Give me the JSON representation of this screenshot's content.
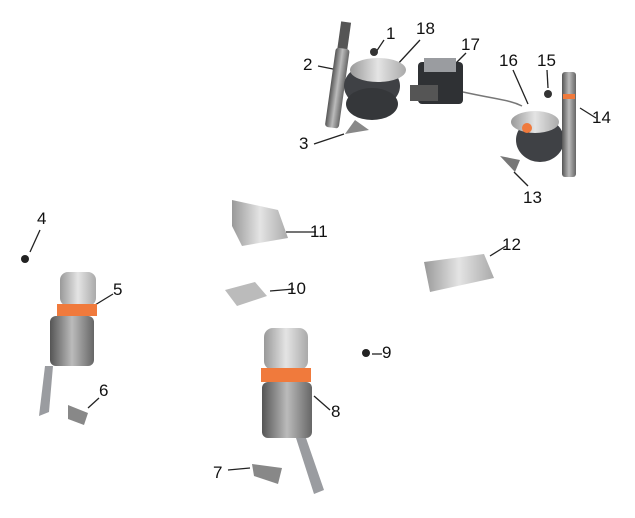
{
  "diagram": {
    "callouts": [
      {
        "id": "1",
        "label": "1"
      },
      {
        "id": "2",
        "label": "2"
      },
      {
        "id": "3",
        "label": "3"
      },
      {
        "id": "4",
        "label": "4"
      },
      {
        "id": "5",
        "label": "5"
      },
      {
        "id": "6",
        "label": "6"
      },
      {
        "id": "7",
        "label": "7"
      },
      {
        "id": "8",
        "label": "8"
      },
      {
        "id": "9",
        "label": "9"
      },
      {
        "id": "10",
        "label": "10"
      },
      {
        "id": "11",
        "label": "11"
      },
      {
        "id": "12",
        "label": "12"
      },
      {
        "id": "13",
        "label": "13"
      },
      {
        "id": "14",
        "label": "14"
      },
      {
        "id": "15",
        "label": "15"
      },
      {
        "id": "16",
        "label": "16"
      },
      {
        "id": "17",
        "label": "17"
      },
      {
        "id": "18",
        "label": "18"
      }
    ],
    "colors": {
      "accent": "#f07a3c",
      "part": "#8d8f93",
      "part_light": "#c9cbce",
      "part_dark": "#4a4c50"
    }
  }
}
